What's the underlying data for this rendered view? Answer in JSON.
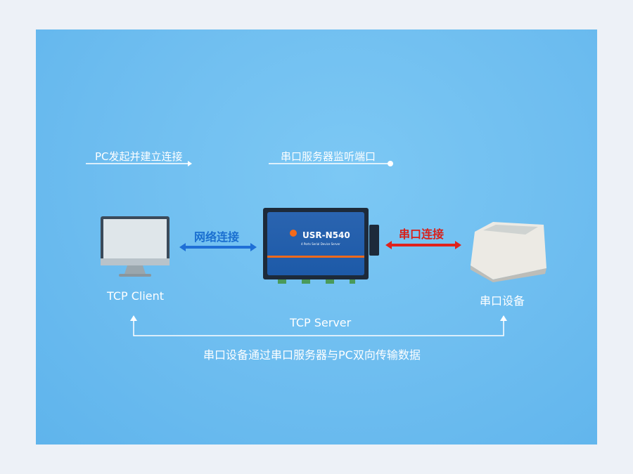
{
  "labels": {
    "pc_initiates": "PC发起并建立连接",
    "server_listens": "串口服务器监听端口",
    "network_connection": "网络连接",
    "serial_connection": "串口连接",
    "tcp_client": "TCP Client",
    "serial_device": "串口设备",
    "tcp_server": "TCP Server",
    "caption": "串口设备通过串口服务器与PC双向传输数据"
  },
  "device": {
    "model": "USR-N540",
    "subtitle": "4 Ports Serial Device Server",
    "accent": "#f26a1b",
    "body": "#1d5aa8"
  },
  "colors": {
    "network_arrow": "#1f6fd6",
    "serial_arrow": "#e0221b"
  }
}
